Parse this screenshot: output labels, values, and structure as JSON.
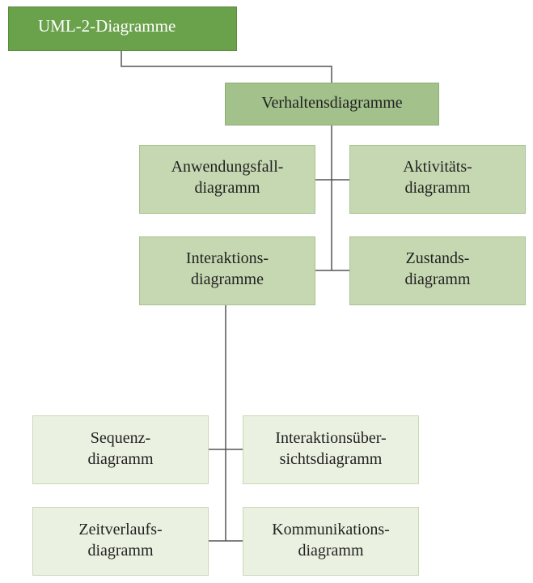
{
  "diagram": {
    "root": "UML-2-Diagramme",
    "behavior": "Verhaltensdiagramme",
    "use_case": "Anwendungsfall-\ndiagramm",
    "activity": "Aktivitäts-\ndiagramm",
    "interaction": "Interaktions-\ndiagramme",
    "state": "Zustands-\ndiagramm",
    "sequence": "Sequenz-\ndiagramm",
    "interaction_overview": "Interaktionsüber-\nsichtsdiagramm",
    "timing": "Zeitverlaufs-\ndiagramm",
    "communication": "Kommunikations-\ndiagramm"
  },
  "colors": {
    "root_fill": "#6aa14b",
    "level1_fill": "#a3c18b",
    "level2_fill": "#c6d8b1",
    "level3_fill": "#ebf1e1",
    "connector": "#555555"
  }
}
